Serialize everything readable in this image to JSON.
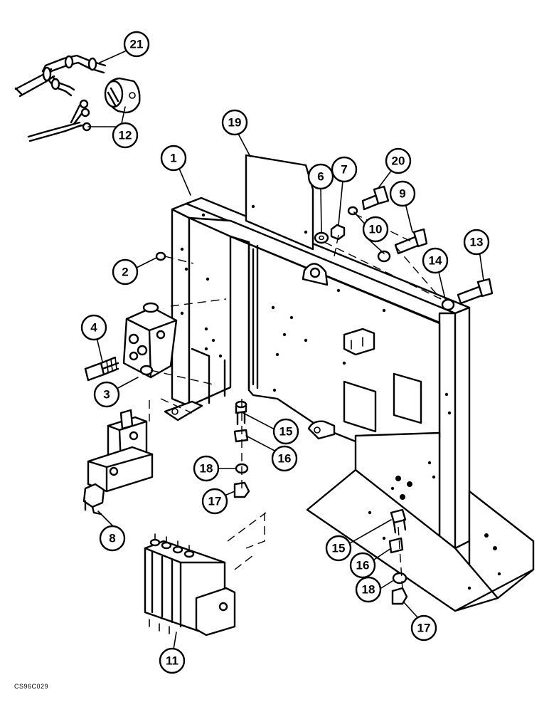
{
  "drawing_code": "CS96C029",
  "callouts": [
    "21",
    "12",
    "19",
    "1",
    "6",
    "7",
    "20",
    "9",
    "10",
    "13",
    "14",
    "2",
    "4",
    "3",
    "15",
    "16",
    "18",
    "17",
    "8",
    "11",
    "15",
    "16",
    "18",
    "17"
  ]
}
